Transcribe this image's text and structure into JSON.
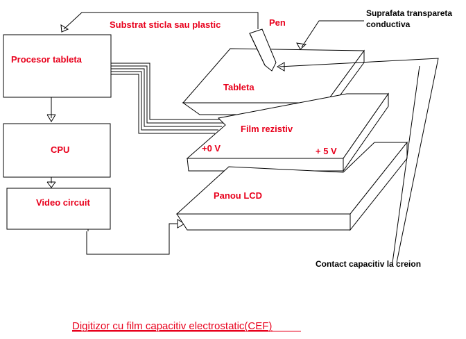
{
  "labels": {
    "substrat": "Substrat sticla sau plastic",
    "pen": "Pen",
    "suprafata_line1": "Suprafata transpareta",
    "suprafata_line2": "conductiva",
    "procesor": "Procesor tableta",
    "tableta": "Tableta",
    "film": "Film rezistiv",
    "zero_v": "+0 V",
    "plus5v": "+ 5 V",
    "cpu": "CPU",
    "panou": "Panou LCD",
    "video": "Video circuit",
    "contact": "Contact capacitiv la creion",
    "title": "Digitizor cu film capacitiv electrostatic(CEF)"
  }
}
